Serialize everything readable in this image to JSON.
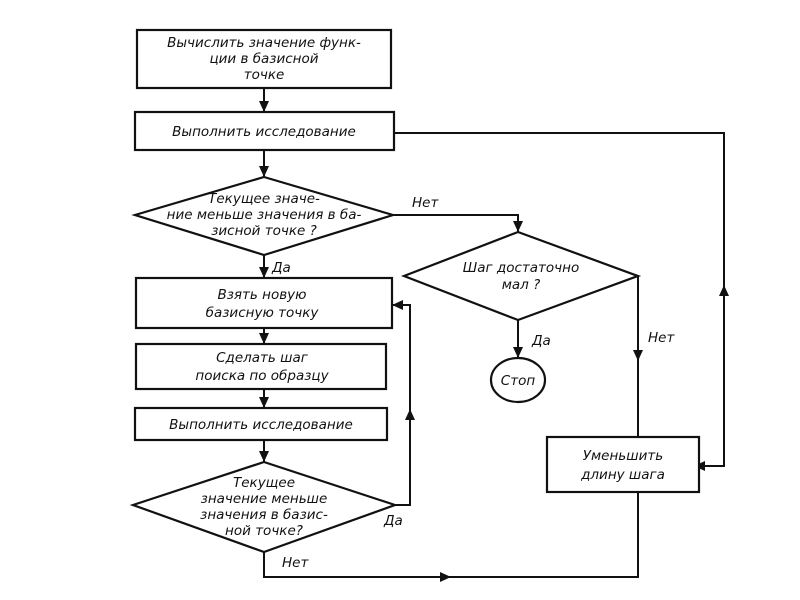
{
  "nodes": {
    "compute_base": {
      "lines": [
        "Вычислить значение функ-",
        "ции  в  базисной",
        "точке"
      ]
    },
    "explore_1": {
      "lines": [
        "Выполнить исследование"
      ]
    },
    "decision_1": {
      "lines": [
        "Текущее значе-",
        "ние меньше значения в ба-",
        "зисной точке ?"
      ]
    },
    "step_small": {
      "lines": [
        "Шаг достаточно",
        "мал  ?"
      ]
    },
    "stop": {
      "lines": [
        "Стоп"
      ]
    },
    "new_base": {
      "lines": [
        "Взять  новую",
        "базисную  точку"
      ]
    },
    "pattern_step": {
      "lines": [
        "Сделать  шаг",
        "поиска  по  образцу"
      ]
    },
    "explore_2": {
      "lines": [
        "Выполнить  исследование"
      ]
    },
    "decision_2": {
      "lines": [
        "Текущее",
        "значение меньше",
        "значения  в базис-",
        "ной  точке?"
      ]
    },
    "reduce_step": {
      "lines": [
        "Уменьшить",
        "длину шага"
      ]
    }
  },
  "edge_labels": {
    "no_1": "Нет",
    "yes_1": "Да",
    "yes_small": "Да",
    "no_small": "Нет",
    "yes_2": "Да",
    "no_2": "Нет"
  },
  "colors": {
    "stroke": "#111111",
    "fill": "#ffffff"
  }
}
